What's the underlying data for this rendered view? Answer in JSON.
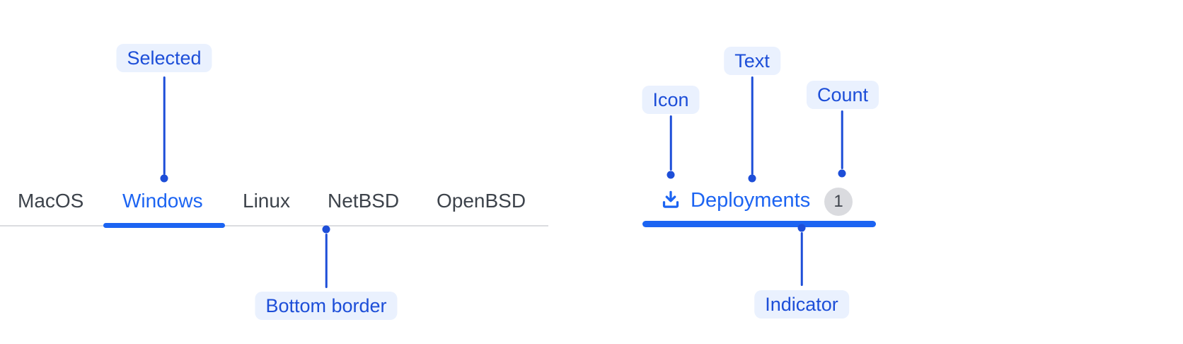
{
  "colors": {
    "accent_blue": "#1C64F2",
    "callout_blue": "#1D4ED8",
    "callout_pill_background": "#EAF1FE",
    "tab_text_gray": "#3D434B",
    "track_gray": "#DBDCE0",
    "badge_background": "#DADBDF",
    "badge_text": "#3E434B",
    "page_background": "#FFFFFF"
  },
  "tabs_example": {
    "tabs": [
      {
        "label": "MacOS",
        "selected": false
      },
      {
        "label": "Windows",
        "selected": true
      },
      {
        "label": "Linux",
        "selected": false
      },
      {
        "label": "NetBSD",
        "selected": false
      },
      {
        "label": "OpenBSD",
        "selected": false
      }
    ],
    "callouts": {
      "selected": "Selected",
      "bottom_border": "Bottom border"
    }
  },
  "deployments_example": {
    "tab": {
      "icon": "download-icon",
      "label": "Deployments",
      "count": "1"
    },
    "callouts": {
      "icon": "Icon",
      "text": "Text",
      "count": "Count",
      "indicator": "Indicator"
    }
  }
}
